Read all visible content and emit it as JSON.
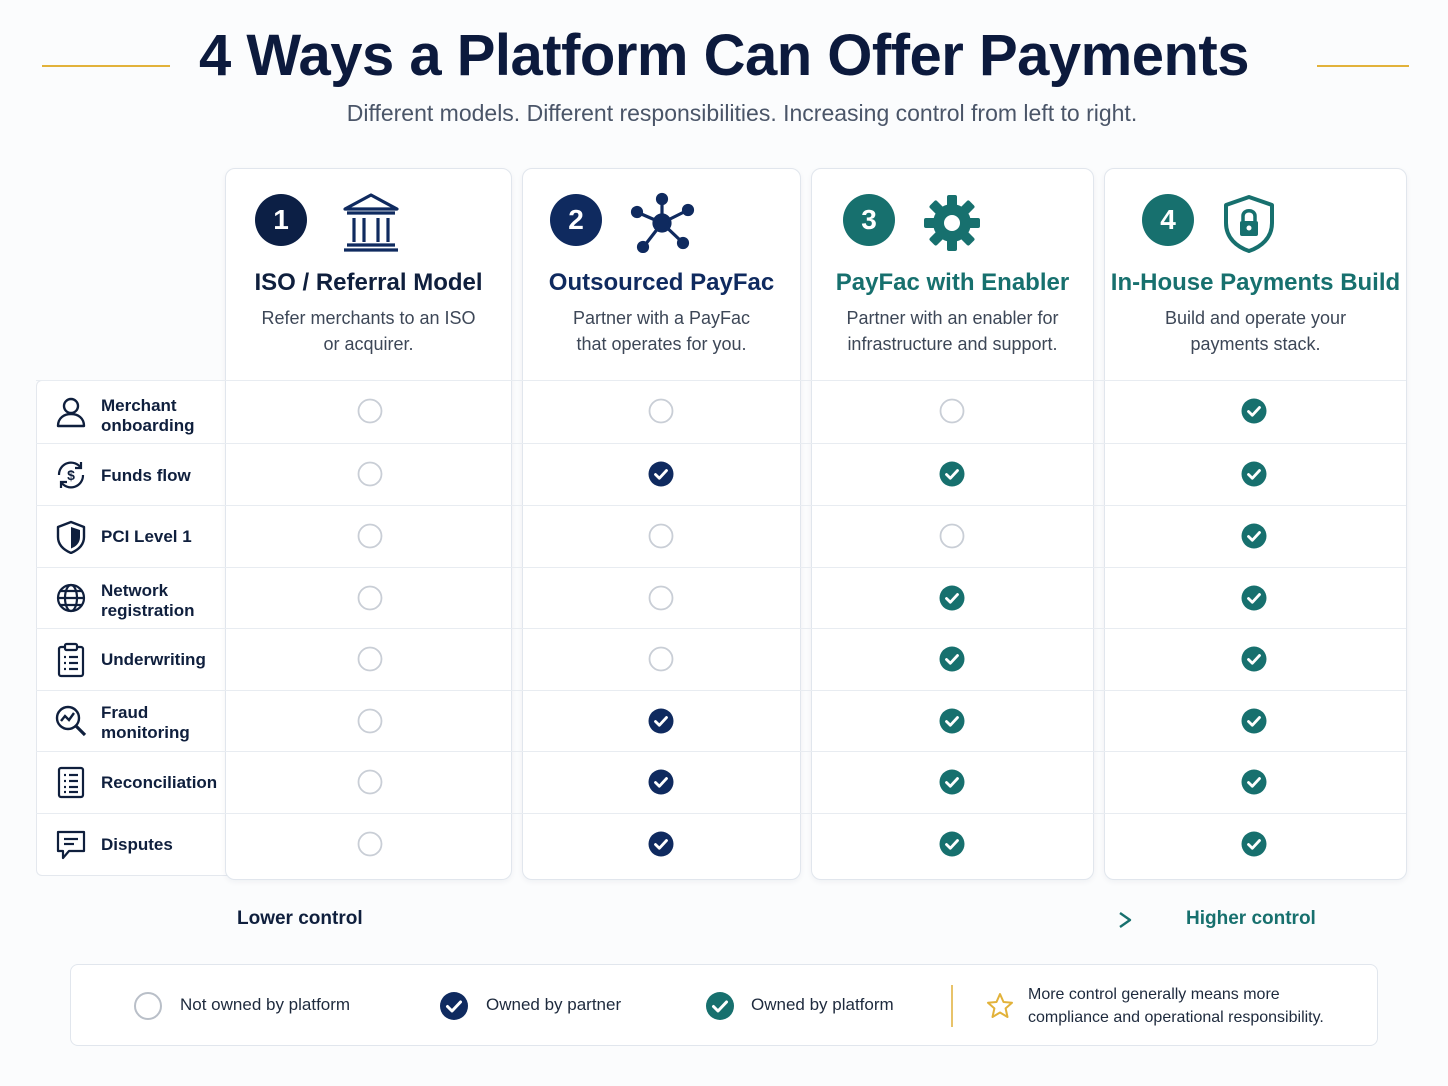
{
  "header": {
    "title": "4 Ways a Platform Can Offer Payments",
    "subtitle": "Different models. Different responsibilities. Increasing control from left to right."
  },
  "colors": {
    "navy": "#0f2a5f",
    "teal": "#17706e",
    "accent_gold": "#e2b23a",
    "empty_ring": "#c9ced6"
  },
  "models": [
    {
      "number": "1",
      "title": "ISO / Referral Model",
      "desc_line1": "Refer merchants to an ISO",
      "desc_line2": "or acquirer.",
      "icon": "bank-icon"
    },
    {
      "number": "2",
      "title": "Outsourced PayFac",
      "desc_line1": "Partner with a PayFac",
      "desc_line2": "that operates for you.",
      "icon": "network-icon"
    },
    {
      "number": "3",
      "title": "PayFac with Enabler",
      "desc_line1": "Partner with an enabler for",
      "desc_line2": "infrastructure and support.",
      "icon": "gear-icon"
    },
    {
      "number": "4",
      "title": "In-House Payments Build",
      "desc_line1": "Build and operate your",
      "desc_line2": "payments stack.",
      "icon": "shield-lock-icon"
    }
  ],
  "responsibilities": [
    {
      "line1": "Merchant",
      "line2": "onboarding",
      "icon": "person-icon"
    },
    {
      "line1": "Funds flow",
      "line2": "",
      "icon": "dollar-cycle-icon"
    },
    {
      "line1": "PCI Level 1",
      "line2": "",
      "icon": "shield-icon"
    },
    {
      "line1": "Network",
      "line2": "registration",
      "icon": "globe-icon"
    },
    {
      "line1": "Underwriting",
      "line2": "",
      "icon": "clipboard-icon"
    },
    {
      "line1": "Fraud",
      "line2": "monitoring",
      "icon": "magnifier-chart-icon"
    },
    {
      "line1": "Reconciliation",
      "line2": "",
      "icon": "ledger-icon"
    },
    {
      "line1": "Disputes",
      "line2": "",
      "icon": "chat-icon"
    }
  ],
  "ownership_matrix": [
    [
      "none",
      "none",
      "none",
      "platform"
    ],
    [
      "none",
      "partner",
      "platform",
      "platform"
    ],
    [
      "none",
      "none",
      "none",
      "platform"
    ],
    [
      "none",
      "none",
      "platform",
      "platform"
    ],
    [
      "none",
      "none",
      "platform",
      "platform"
    ],
    [
      "none",
      "partner",
      "platform",
      "platform"
    ],
    [
      "none",
      "partner",
      "platform",
      "platform"
    ],
    [
      "none",
      "partner",
      "platform",
      "platform"
    ]
  ],
  "control_axis": {
    "low": "Lower control",
    "high": "Higher control"
  },
  "legend": {
    "none": "Not owned by platform",
    "partner": "Owned by partner",
    "platform": "Owned by platform",
    "note_line1": "More control generally means more",
    "note_line2": "compliance and operational responsibility."
  }
}
